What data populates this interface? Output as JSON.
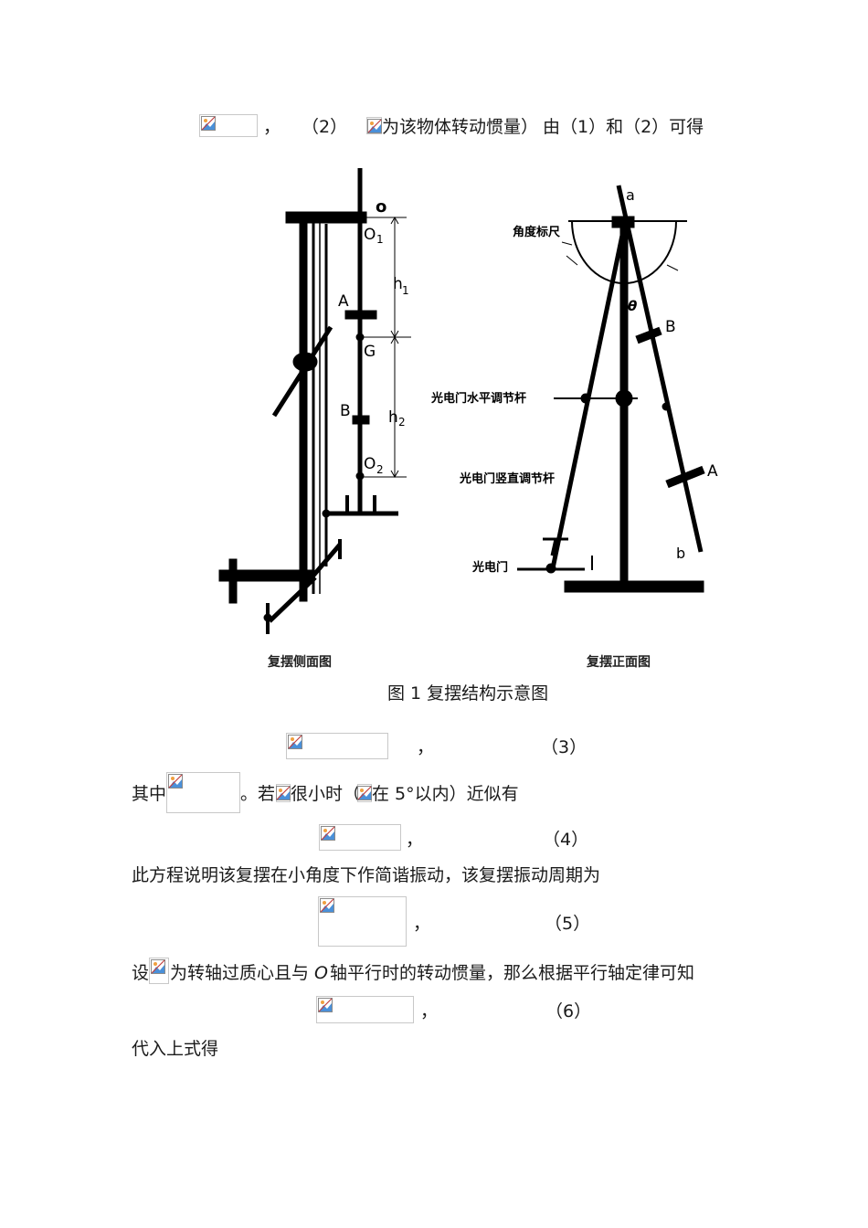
{
  "line1": {
    "comma": "，",
    "eq2": "（2）",
    "paren_open": "（",
    "note": "为该物体转动惯量）",
    "from": "由（1）和（2）可得"
  },
  "figure": {
    "side": {
      "caption": "复摆侧面图",
      "label_o": "o",
      "label_o1": "O",
      "label_o1_sub": "1",
      "label_h1": "h",
      "label_h1_sub": "1",
      "label_a": "A",
      "label_g": "G",
      "label_b": "B",
      "label_h2": "h",
      "label_h2_sub": "2",
      "label_o2": "O",
      "label_o2_sub": "2"
    },
    "front": {
      "caption": "复摆正面图",
      "label_a_top": "a",
      "label_angle_scale": "角度标尺",
      "label_theta": "θ",
      "label_b": "B",
      "label_horiz_rod": "光电门水平调节杆",
      "label_vert_rod": "光电门竖直调节杆",
      "label_a": "A",
      "label_b_bottom": "b",
      "label_gate": "光电门"
    },
    "caption": "图 1   复摆结构示意图"
  },
  "eq3": {
    "comma": "，",
    "num": "（3）"
  },
  "line_where": {
    "prefix": "其中",
    "if": "。若",
    "small": "很小时（",
    "range": "在 5°以内）近似有"
  },
  "eq4": {
    "comma": "，",
    "num": "（4）"
  },
  "line_shm": {
    "text": "此方程说明该复摆在小角度下作简谐振动，该复摆振动周期为"
  },
  "eq5": {
    "comma": "，",
    "num": "（5）"
  },
  "line_parallel": {
    "prefix": "设",
    "mid": "为转轴过质心且与 ",
    "axis": "O",
    "suffix": "轴平行时的转动惯量，那么根据平行轴定律可知"
  },
  "eq6": {
    "comma": "，",
    "num": "（6）"
  },
  "line_sub": {
    "text": "代入上式得"
  },
  "colors": {
    "text": "#1a1a1a",
    "broken_image_border": "#c8c8c8"
  }
}
